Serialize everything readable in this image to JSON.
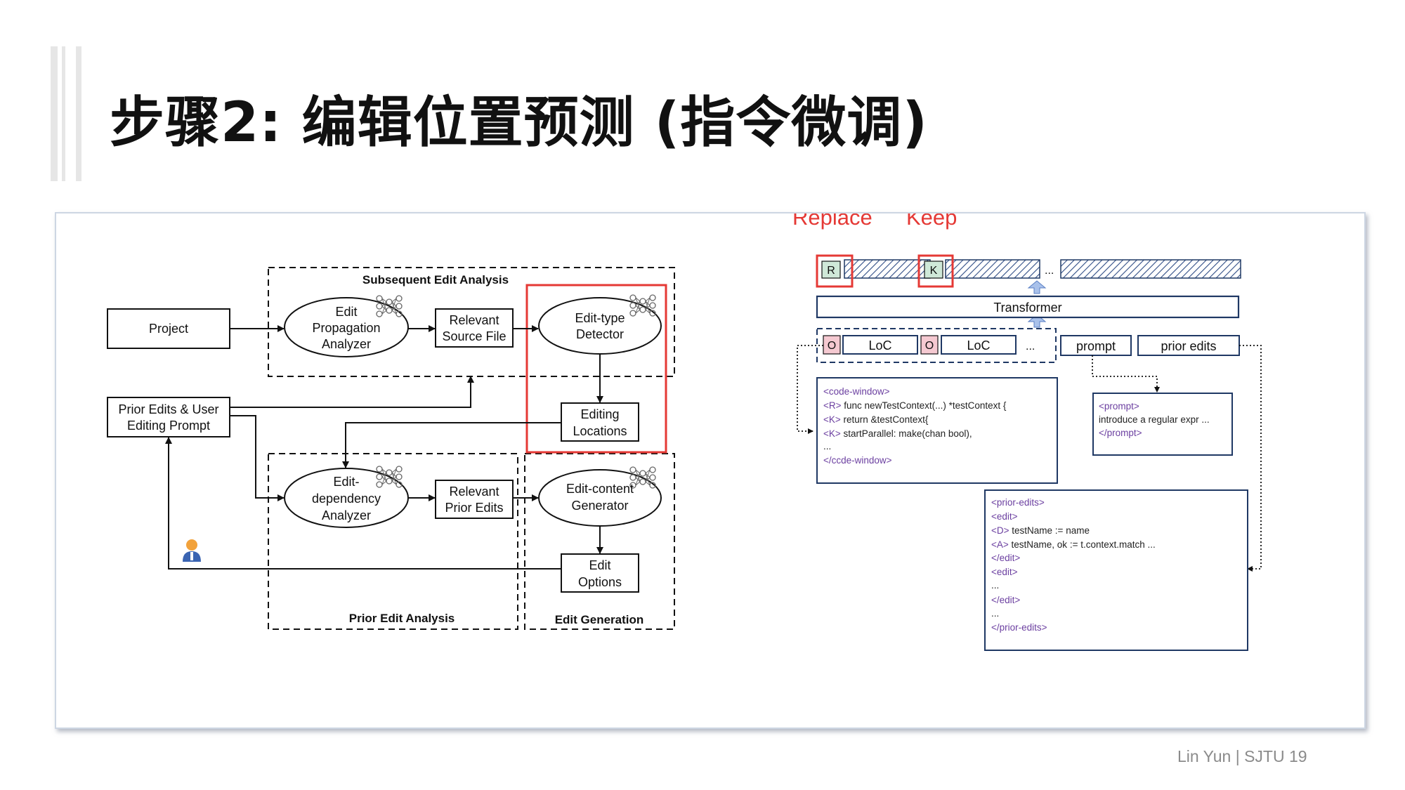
{
  "slide": {
    "title": "步骤2: 编辑位置预测 (指令微调)",
    "footer": "Lin Yun | SJTU 19"
  },
  "left_diagram": {
    "project": "Project",
    "prior_edits_prompt": [
      "Prior Edits & User",
      "Editing Prompt"
    ],
    "edit_propagation_analyzer": [
      "Edit",
      "Propagation",
      "Analyzer"
    ],
    "relevant_source_file": [
      "Relevant",
      "Source File"
    ],
    "edit_type_detector": [
      "Edit-type",
      "Detector"
    ],
    "editing_locations": [
      "Editing",
      "Locations"
    ],
    "edit_dependency_analyzer": [
      "Edit-",
      "dependency",
      "Analyzer"
    ],
    "relevant_prior_edits": [
      "Relevant",
      "Prior Edits"
    ],
    "edit_content_generator": [
      "Edit-content",
      "Generator"
    ],
    "edit_options": [
      "Edit",
      "Options"
    ],
    "group_subsequent": "Subsequent Edit Analysis",
    "group_prior": "Prior Edit Analysis",
    "group_generation": "Edit Generation"
  },
  "right_diagram": {
    "replace_label": "Replace",
    "keep_label": "Keep",
    "token_r": "R",
    "token_k": "K",
    "ellipsis": "...",
    "transformer": "Transformer",
    "token_o": "O",
    "loc": "LoC",
    "prompt": "prompt",
    "prior_edits": "prior edits",
    "code_window": {
      "open": "<code-window>",
      "lines": [
        {
          "tag": "<R>",
          "text": " func newTestContext(...) *testContext {"
        },
        {
          "tag": "<K>",
          "text": " return &testContext{"
        },
        {
          "tag": "<K>",
          "text": " startParallel: make(chan bool),"
        }
      ],
      "dots": "...",
      "close": "</ccde-window>"
    },
    "prompt_box": {
      "open": "<prompt>",
      "text": "introduce a regular expr ...",
      "close": "</prompt>"
    },
    "prior_edits_box": {
      "open": "<prior-edits>",
      "edit_open": "<edit>",
      "line_d": {
        "tag": "<D>",
        "text": " testName := name"
      },
      "line_a": {
        "tag": "<A>",
        "text": " testName, ok := t.context.match ..."
      },
      "edit_close": "</edit>",
      "dots": "...",
      "close": "</prior-edits>"
    }
  },
  "colors": {
    "highlight_red": "#e53935",
    "token_green": "#cfe8d8",
    "token_pink": "#f5c9d1",
    "diagram_border": "#1f3864",
    "arrow_blue": "#7a9bd1",
    "tag_purple": "#6b3fa0"
  }
}
